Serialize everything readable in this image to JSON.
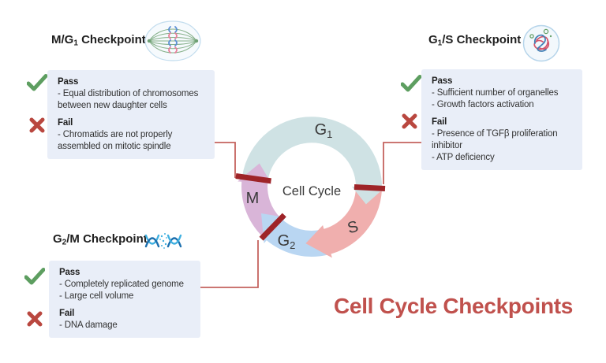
{
  "title": "Cell Cycle Checkpoints",
  "center_label": "Cell Cycle",
  "ring_labels": {
    "g1_pre": "G",
    "g1_sub": "1",
    "s": "S",
    "g2_pre": "G",
    "g2_sub": "2",
    "m": "M"
  },
  "checkpoints": {
    "m_g1": {
      "title_pre": "M/G",
      "title_sub": "1",
      "title_post": " Checkpoint",
      "icon": "mitotic-spindle-icon",
      "pass_label": "Pass",
      "pass_items": [
        "- Equal distribution of chromosomes between new daughter cells"
      ],
      "fail_label": "Fail",
      "fail_items": [
        "- Chromatids are not properly assembled on mitotic spindle"
      ]
    },
    "g1_s": {
      "title_pre": "G",
      "title_sub": "1",
      "title_post": "/S Checkpoint",
      "icon": "cell-organelles-icon",
      "pass_label": "Pass",
      "pass_items": [
        "- Sufficient number of organelles",
        "- Growth factors activation"
      ],
      "fail_label": "Fail",
      "fail_items": [
        "- Presence of TGFβ proliferation inhibitor",
        "- ATP deficiency"
      ]
    },
    "g2_m": {
      "title_pre": "G",
      "title_sub": "2",
      "title_post": "/M Checkpoint",
      "icon": "dna-icon",
      "pass_label": "Pass",
      "pass_items": [
        "- Completely replicated genome",
        "- Large cell volume"
      ],
      "fail_label": "Fail",
      "fail_items": [
        "- DNA damage"
      ]
    }
  },
  "colors": {
    "g1_segment": "#cfe2e4",
    "s_segment": "#f0afae",
    "g2_segment": "#b9d6f2",
    "m_segment": "#d9b5d8",
    "checkpoint_bar": "#9e2428",
    "connector_line": "#c4635e",
    "pass_check": "#5d9e60",
    "fail_x": "#b9473f",
    "info_box_bg": "#e9eef8",
    "title_red": "#c0514d"
  }
}
